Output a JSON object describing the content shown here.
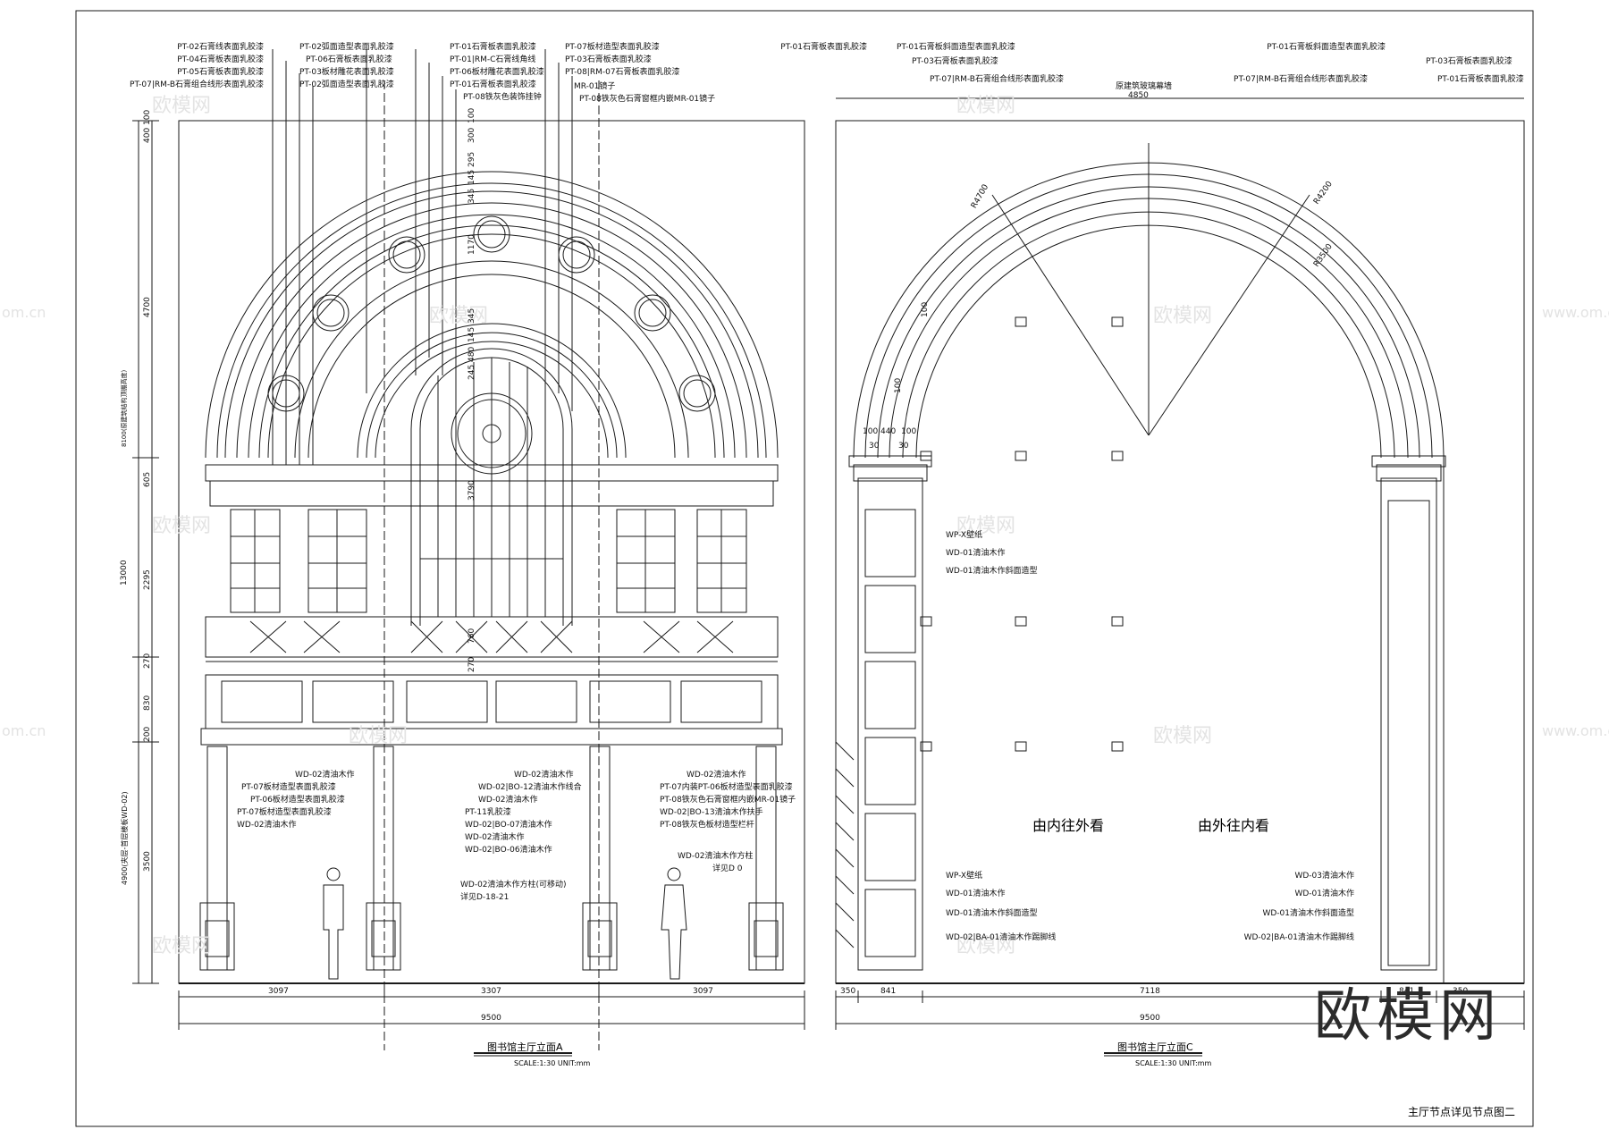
{
  "watermark": {
    "text": "欧模网",
    "site": "www.om.cn",
    "site_short": "om.cn"
  },
  "brand_logo": "欧模网",
  "sheet_caption": "主厅节点详见节点图二",
  "elevation_a": {
    "title": "图书馆主厅立面A",
    "scale": "SCALE:1:30 UNIT:mm",
    "bottom_dims": [
      "3097",
      "3307",
      "3097"
    ],
    "total_dim": "9500",
    "left_dims": [
      "400",
      "100",
      "4700",
      "605",
      "2295",
      "270",
      "830",
      "200",
      "3500"
    ],
    "overall_dims": [
      "8100(原建筑结构顶棚高度)",
      "13000",
      "4900(夹层-首层楼板WD-02)"
    ],
    "mid_dims": [
      "300",
      "100",
      "295",
      "145",
      "345",
      "1170",
      "345",
      "145",
      "480",
      "245",
      "3790",
      "760",
      "270"
    ],
    "callouts_top_left": [
      "PT-02石膏线表面乳胶漆",
      "PT-04石膏板表面乳胶漆",
      "PT-05石膏板表面乳胶漆",
      "PT-07|RM-B石膏组合线形表面乳胶漆"
    ],
    "callouts_top_mid": [
      "PT-02弧面造型表面乳胶漆",
      "PT-06石膏板表面乳胶漆",
      "PT-03板材雕花表面乳胶漆",
      "PT-02弧面造型表面乳胶漆"
    ],
    "callouts_top_center": [
      "PT-01石膏板表面乳胶漆",
      "PT-01|RM-C石膏线角线",
      "PT-06板材雕花表面乳胶漆",
      "PT-01石膏板表面乳胶漆",
      "PT-08铁灰色装饰挂钟"
    ],
    "callouts_top_right": [
      "PT-07板材造型表面乳胶漆",
      "PT-03石膏板表面乳胶漆",
      "PT-08|RM-07石膏板表面乳胶漆",
      "MR-01镜子",
      "PT-08铁灰色石膏窗框内嵌MR-01镜子"
    ],
    "callouts_lower_left": [
      "WD-02清油木作",
      "PT-07板材造型表面乳胶漆",
      "PT-06板材造型表面乳胶漆",
      "PT-07板材造型表面乳胶漆",
      "WD-02清油木作"
    ],
    "callouts_lower_mid": [
      "WD-02清油木作",
      "WD-02|BO-12清油木作线合",
      "WD-02清油木作",
      "PT-11乳胶漆",
      "WD-02|BO-07清油木作",
      "WD-02清油木作",
      "WD-02|BO-06清油木作"
    ],
    "callouts_lower_right": [
      "WD-02清油木作",
      "PT-07内装PT-06板材造型表面乳胶漆",
      "PT-08铁灰色石膏窗框内嵌MR-01镜子",
      "WD-02|BO-13清油木作扶手",
      "PT-08铁灰色板材造型栏杆"
    ],
    "column_note_left": [
      "WD-02清油木作方柱(可移动)",
      "详见D-18-21"
    ],
    "column_note_right": [
      "WD-02清油木作方柱",
      "详见D 0"
    ]
  },
  "elevation_c": {
    "title": "图书馆主厅立面C",
    "scale": "SCALE:1:30 UNIT:mm",
    "bottom_dims": [
      "350",
      "841",
      "7118",
      "841",
      "350"
    ],
    "total_dim": "9500",
    "top_dim": "4850",
    "top_dim_note": "原建筑玻璃幕墙",
    "arch_dims": [
      "R4700",
      "R4200",
      "R3500",
      "100",
      "440",
      "100",
      "30",
      "30",
      "100",
      "100"
    ],
    "callouts_top_left": [
      "PT-01石膏板表面乳胶漆",
      "PT-01石膏板斜面造型表面乳胶漆",
      "PT-03石膏板表面乳胶漆",
      "PT-07|RM-B石膏组合线形表面乳胶漆"
    ],
    "callouts_top_right": [
      "PT-01石膏板斜面造型表面乳胶漆",
      "PT-07|RM-B石膏组合线形表面乳胶漆",
      "PT-03石膏板表面乳胶漆",
      "PT-01石膏板表面乳胶漆"
    ],
    "callouts_inner_top": [
      "WP-X壁纸",
      "WD-01清油木作",
      "WD-01清油木作斜面造型"
    ],
    "callouts_inner_bottom": [
      "WP-X壁纸",
      "WD-01清油木作",
      "WD-01清油木作斜面造型",
      "WD-02|BA-01清油木作踢脚线"
    ],
    "callouts_right_bottom": [
      "WD-03清油木作",
      "WD-01清油木作",
      "WD-01清油木作斜面造型",
      "WD-02|BA-01清油木作踢脚线"
    ],
    "view_inside": "由内往外看",
    "view_outside": "由外往内看"
  }
}
